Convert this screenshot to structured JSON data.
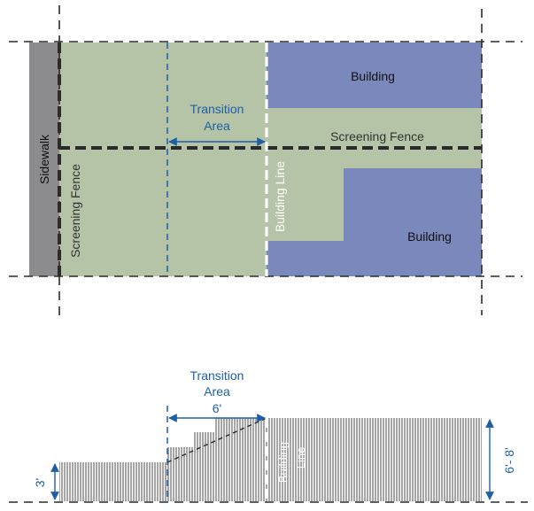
{
  "colors": {
    "sidewalk": "#8c8c8e",
    "green": "#b5c3a6",
    "building": "#7b88bb",
    "accent_blue": "#1f5fa8",
    "dash": "#2b2b2b",
    "hatch": "#8f8f8f"
  },
  "plan": {
    "sidewalk_label": "Sidewalk",
    "screening_fence_vertical_label": "Screening Fence",
    "screening_fence_horizontal_label": "Screening Fence",
    "building_top_label": "Building",
    "building_bottom_label": "Building",
    "building_line_label": "Building Line",
    "transition_area_line1": "Transition",
    "transition_area_line2": "Area"
  },
  "section": {
    "transition_area_line1": "Transition",
    "transition_area_line2": "Area",
    "transition_width": "6'",
    "fence_height_left": "3'",
    "fence_height_right": "6'- 8'",
    "building_line_line1": "Building",
    "building_line_line2": "Line"
  }
}
